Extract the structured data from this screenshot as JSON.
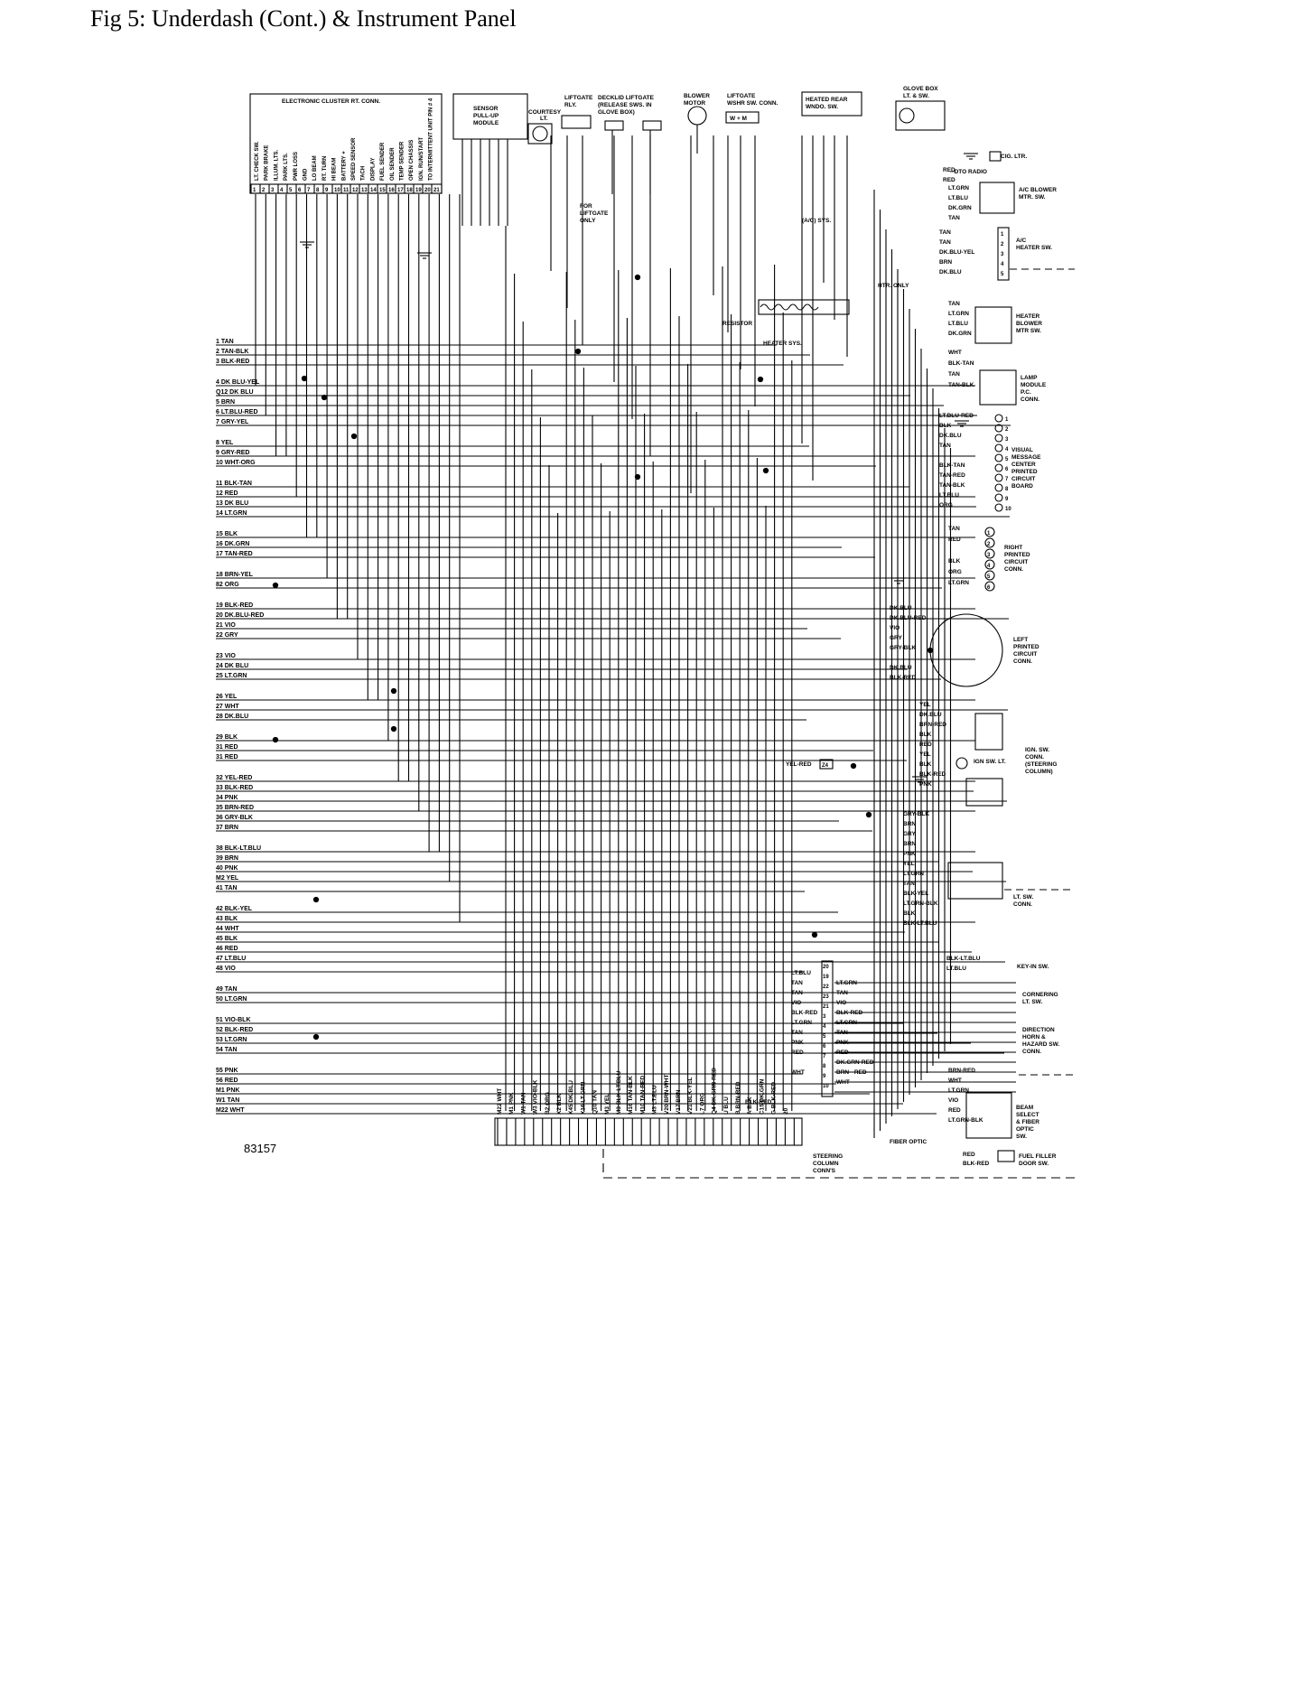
{
  "title": "Fig 5: Underdash (Cont.) & Instrument Panel",
  "figure_id": "83157",
  "top_components": [
    "ELECTRONIC CLUSTER RT. CONN.",
    "SENSOR PULL-UP MODULE",
    "COURTESY LT.",
    "LIFTGATE RLY.",
    "DECKLID LIFTGATE (RELEASE SWS. IN GLOVE BOX)",
    "BLOWER MOTOR",
    "LIFTGATE WSHR SW. CONN.",
    "HEATED REAR WNDO. SW.",
    "GLOVE BOX LT. & SW."
  ],
  "cluster_pins": [
    "LT. CHECK SW.",
    "PARK BRAKE",
    "ILLUM. LTS.",
    "PARK LTS.",
    "PWR LOSS",
    "GND",
    "LO BEAM",
    "RT. TURN",
    "HI BEAM",
    "BATTERY +",
    "SPEED SENSOR",
    "TACH",
    "DISPLAY",
    "FUEL SENDER",
    "OIL SENDER",
    "TEMP SENDER",
    "OPEN CHASSIS",
    "IGN. RUN/START",
    "TO INTERMITTENT UNIT PIN # 4"
  ],
  "left_wires": [
    "1 TAN",
    "2 TAN-BLK",
    "3 BLK-RED",
    "4 DK BLU-YEL",
    "Q12 DK BLU",
    "5 BRN",
    "6 LT.BLU-RED",
    "7 GRY-YEL",
    "8 YEL",
    "9 GRY-RED",
    "10 WHT-ORG",
    "11 BLK-TAN",
    "12 RED",
    "13 DK BLU",
    "14 LT.GRN",
    "15 BLK",
    "16 DK.GRN",
    "17 TAN-RED",
    "18 BRN-YEL",
    "82 ORG",
    "19 BLK-RED",
    "20 DK.BLU-RED",
    "21 VIO",
    "22 GRY",
    "23 VIO",
    "24 DK BLU",
    "25 LT.GRN",
    "26 YEL",
    "27 WHT",
    "28 DK.BLU",
    "29 BLK",
    "31 RED",
    "31 RED",
    "32 YEL-RED",
    "33 BLK-RED",
    "34 PNK",
    "35 BRN-RED",
    "36 GRY-BLK",
    "37 BRN",
    "38 BLK-LT.BLU",
    "39 BRN",
    "40 PNK",
    "M2 YEL",
    "41 TAN",
    "42 BLK-YEL",
    "43 BLK",
    "44 WHT",
    "45 BLK",
    "46 RED",
    "47 LT.BLU",
    "48 VIO",
    "49 TAN",
    "50 LT.GRN",
    "51 VIO-BLK",
    "52 BLK-RED",
    "53 LT.GRN",
    "54 TAN",
    "55 PNK",
    "56 RED",
    "M1 PNK",
    "W1 TAN",
    "M22 WHT"
  ],
  "right_components": [
    "CIG. LTR.",
    "TO RADIO",
    "A/C BLOWER MTR. SW.",
    "A/C HEATER SW.",
    "HTR. ONLY",
    "RESISTOR",
    "HEATER SYS.",
    "HEATER BLOWER MTR SW.",
    "LAMP MODULE P.C. CONN.",
    "VISUAL MESSAGE CENTER PRINTED CIRCUIT BOARD",
    "RIGHT PRINTED CIRCUIT CONN.",
    "LEFT PRINTED CIRCUIT CONN.",
    "IGN. SW. CONN. (STEERING COLUMN)",
    "IGN SW. LT.",
    "LT. SW. CONN.",
    "KEY-IN SW.",
    "CORNERING LT. SW.",
    "DIRECTION HORN & HAZARD SW. CONN.",
    "BEAM SELECT & FIBER OPTIC SW.",
    "FIBER OPTIC",
    "FUEL FILLER DOOR SW.",
    "STEERING COLUMN CONN'S",
    "FOR LIFTGATE ONLY",
    "(A/C) SYS."
  ]
}
